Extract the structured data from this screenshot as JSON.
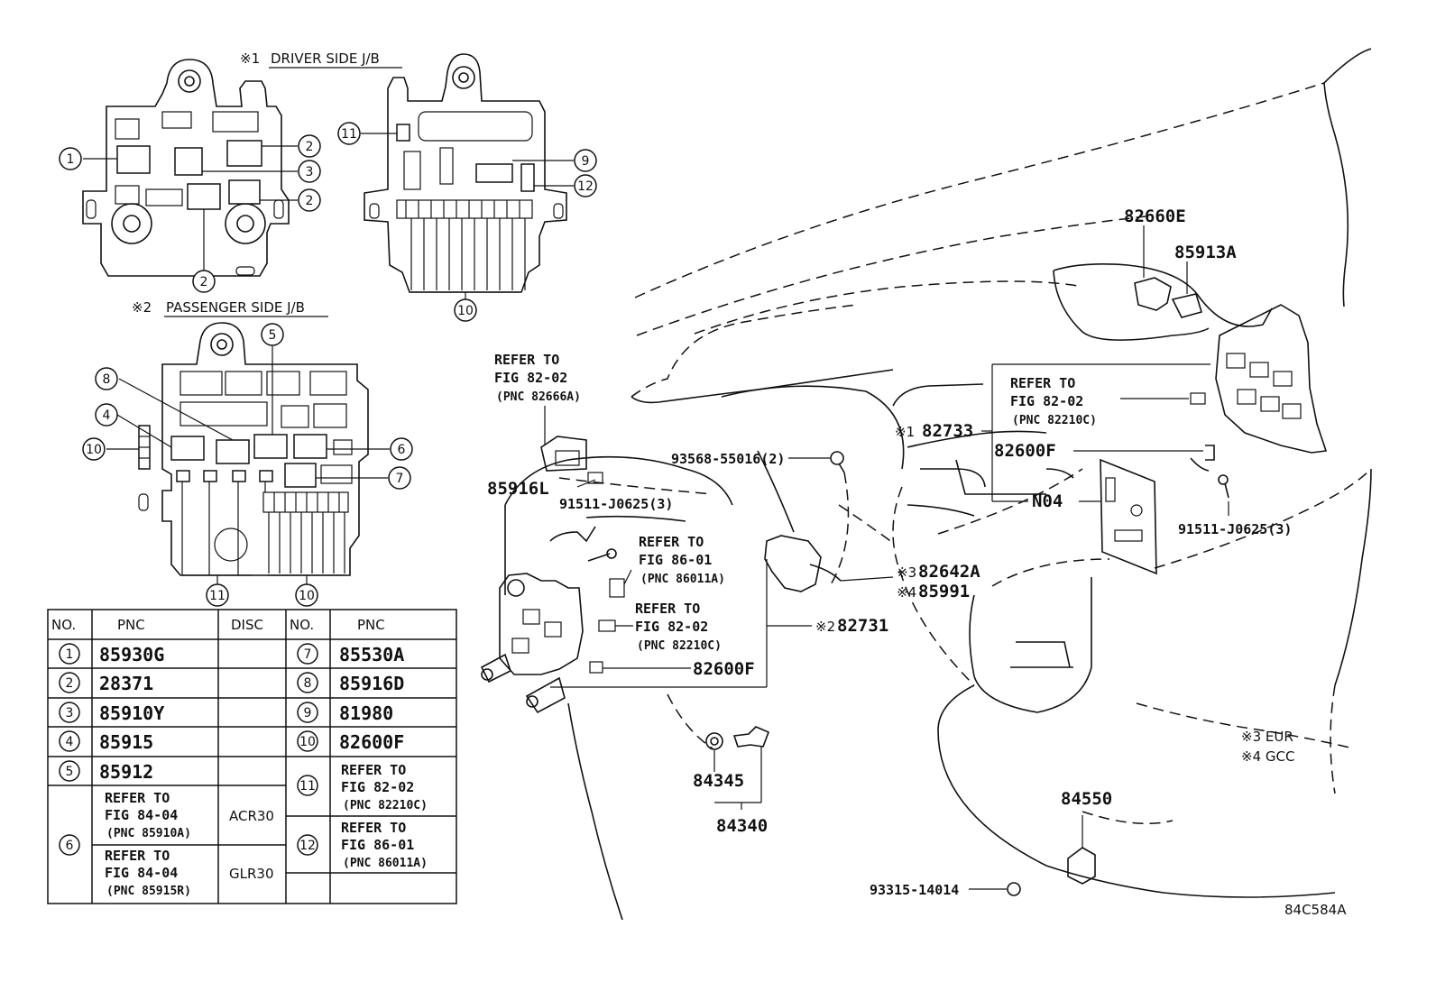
{
  "driver_jb": {
    "marker": "※1",
    "title": "DRIVER SIDE J/B"
  },
  "passenger_jb": {
    "marker": "※2",
    "title": "PASSENGER SIDE J/B"
  },
  "callouts": [
    "1",
    "2",
    "3",
    "4",
    "5",
    "6",
    "7",
    "8",
    "9",
    "10",
    "11",
    "12"
  ],
  "table": {
    "headers": [
      "NO.",
      "PNC",
      "DISC",
      "NO.",
      "PNC"
    ],
    "rows": [
      {
        "no": "1",
        "pnc": "85930G",
        "disc": "",
        "no2": "7",
        "pnc2": "85530A"
      },
      {
        "no": "2",
        "pnc": "28371",
        "disc": "",
        "no2": "8",
        "pnc2": "85916D"
      },
      {
        "no": "3",
        "pnc": "85910Y",
        "disc": "",
        "no2": "9",
        "pnc2": "81980"
      },
      {
        "no": "4",
        "pnc": "85915",
        "disc": "",
        "no2": "10",
        "pnc2": "82600F"
      },
      {
        "no": "5",
        "pnc": "85912",
        "disc": ""
      }
    ],
    "row6": {
      "no": "6",
      "a": {
        "line1": "REFER TO",
        "line2": "FIG 84-04",
        "line3": "(PNC 85910A)",
        "disc": "ACR30"
      },
      "b": {
        "line1": "REFER TO",
        "line2": "FIG 84-04",
        "line3": "(PNC 85915R)",
        "disc": "GLR30"
      }
    },
    "row11": {
      "no": "11",
      "line1": "REFER TO",
      "line2": "FIG 82-02",
      "line3": "(PNC 82210C)"
    },
    "row12": {
      "no": "12",
      "line1": "REFER TO",
      "line2": "FIG 86-01",
      "line3": "(PNC 86011A)"
    }
  },
  "labels": {
    "ref_82666a": {
      "line1": "REFER TO",
      "line2": "FIG 82-02",
      "line3": "(PNC 82666A)"
    },
    "ref_86011a": {
      "line1": "REFER TO",
      "line2": "FIG 86-01",
      "line3": "(PNC 86011A)"
    },
    "ref_82210c_mid": {
      "line1": "REFER TO",
      "line2": "FIG 82-02",
      "line3": "(PNC 82210C)"
    },
    "ref_82210c_right": {
      "line1": "REFER TO",
      "line2": "FIG 82-02",
      "line3": "(PNC 82210C)"
    },
    "p85916l": "85916L",
    "p91511_left": "91511-J0625(3)",
    "p93568": "93568-55016(2)",
    "p82642a_marker": "※3",
    "p82642a": "82642A",
    "p85991_marker": "※4",
    "p85991": "85991",
    "p82731_marker": "※2",
    "p82731": "82731",
    "p82600f_mid": "82600F",
    "p84345": "84345",
    "p84340": "84340",
    "p82733_marker": "※1",
    "p82733": "82733",
    "p82600f_right": "82600F",
    "pn04": "N04",
    "p82660e": "82660E",
    "p85913a": "85913A",
    "p91511_right": "91511-J0625(3)",
    "p84550": "84550",
    "p93315": "93315-14014",
    "note3": "※3 EUR",
    "note4": "※4 GCC",
    "fig_code": "84C584A"
  }
}
